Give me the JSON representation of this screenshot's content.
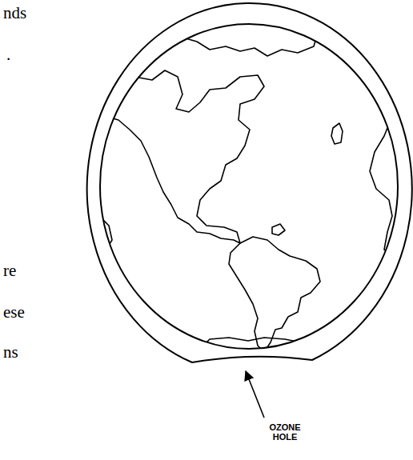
{
  "diagram": {
    "labels": [
      "nds",
      ".",
      "re",
      "ese",
      "ns",
      "OZONE HOLE"
    ]
  }
}
